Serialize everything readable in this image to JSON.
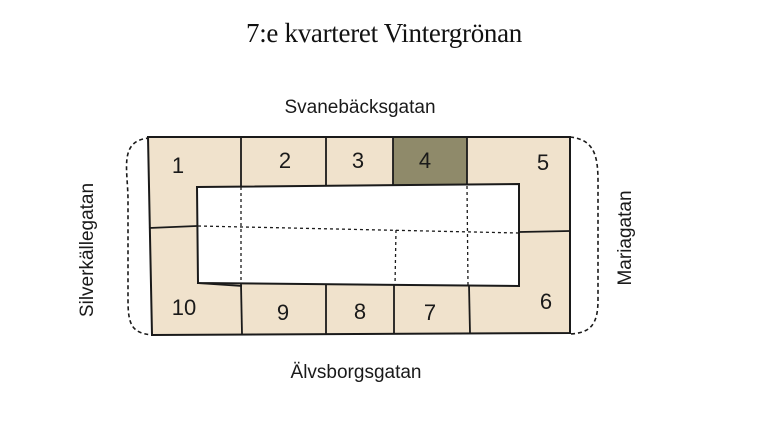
{
  "title": "7:e kvarteret Vintergrönan",
  "streets": {
    "north": "Svanebäcksgatan",
    "south": "Älvsborgsgatan",
    "west": "Silverkällegatan",
    "east": "Mariagatan"
  },
  "plots": [
    {
      "id": "1",
      "label": "1",
      "highlighted": false
    },
    {
      "id": "2",
      "label": "2",
      "highlighted": false
    },
    {
      "id": "3",
      "label": "3",
      "highlighted": false
    },
    {
      "id": "4",
      "label": "4",
      "highlighted": true
    },
    {
      "id": "5",
      "label": "5",
      "highlighted": false
    },
    {
      "id": "6",
      "label": "6",
      "highlighted": false
    },
    {
      "id": "7",
      "label": "7",
      "highlighted": false
    },
    {
      "id": "8",
      "label": "8",
      "highlighted": false
    },
    {
      "id": "9",
      "label": "9",
      "highlighted": false
    },
    {
      "id": "10",
      "label": "10",
      "highlighted": false
    }
  ],
  "colors": {
    "plot_fill": "#f0e2cc",
    "highlight_fill": "#8f8a6a",
    "outline": "#1a1a1a",
    "courtyard": "#ffffff"
  }
}
